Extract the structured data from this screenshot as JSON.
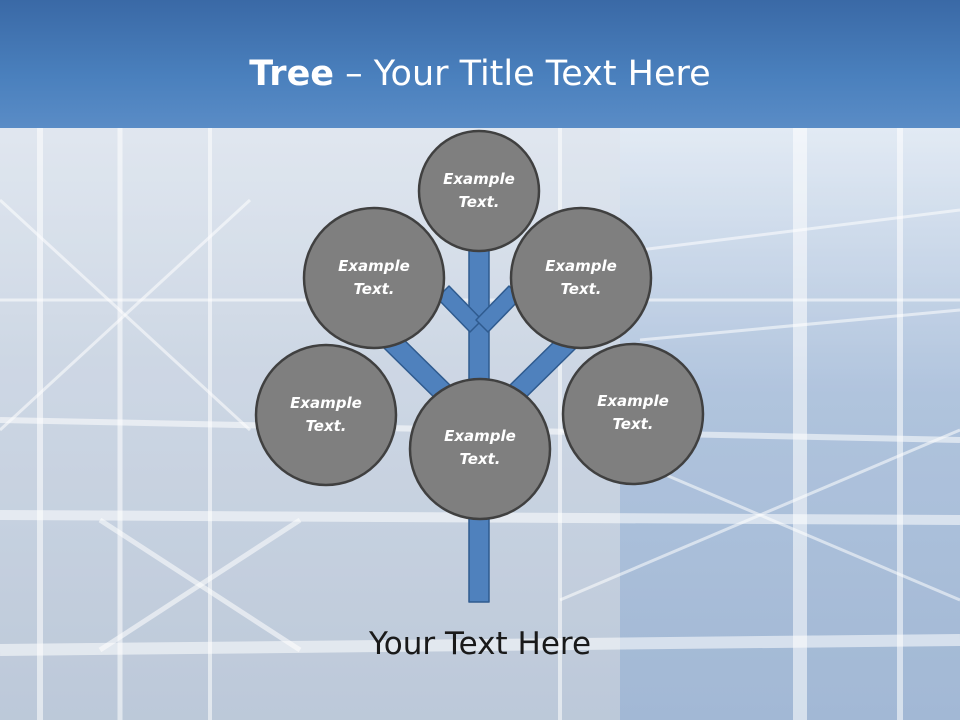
{
  "slide": {
    "title_bold": "Tree",
    "title_rest": " – Your Title Text Here",
    "footer": "Your Text Here"
  },
  "tree": {
    "nodes": [
      {
        "id": "top",
        "text_line1": "Example",
        "text_line2": "Text."
      },
      {
        "id": "upper-left",
        "text_line1": "Example",
        "text_line2": "Text."
      },
      {
        "id": "upper-right",
        "text_line1": "Example",
        "text_line2": "Text."
      },
      {
        "id": "lower-left",
        "text_line1": "Example",
        "text_line2": "Text."
      },
      {
        "id": "center",
        "text_line1": "Example",
        "text_line2": "Text."
      },
      {
        "id": "lower-right",
        "text_line1": "Example",
        "text_line2": "Text."
      }
    ]
  },
  "colors": {
    "header": "#4a7fbe",
    "branch": "#4f81bd",
    "node_fill": "#7f7f7f",
    "node_border": "#404040"
  }
}
